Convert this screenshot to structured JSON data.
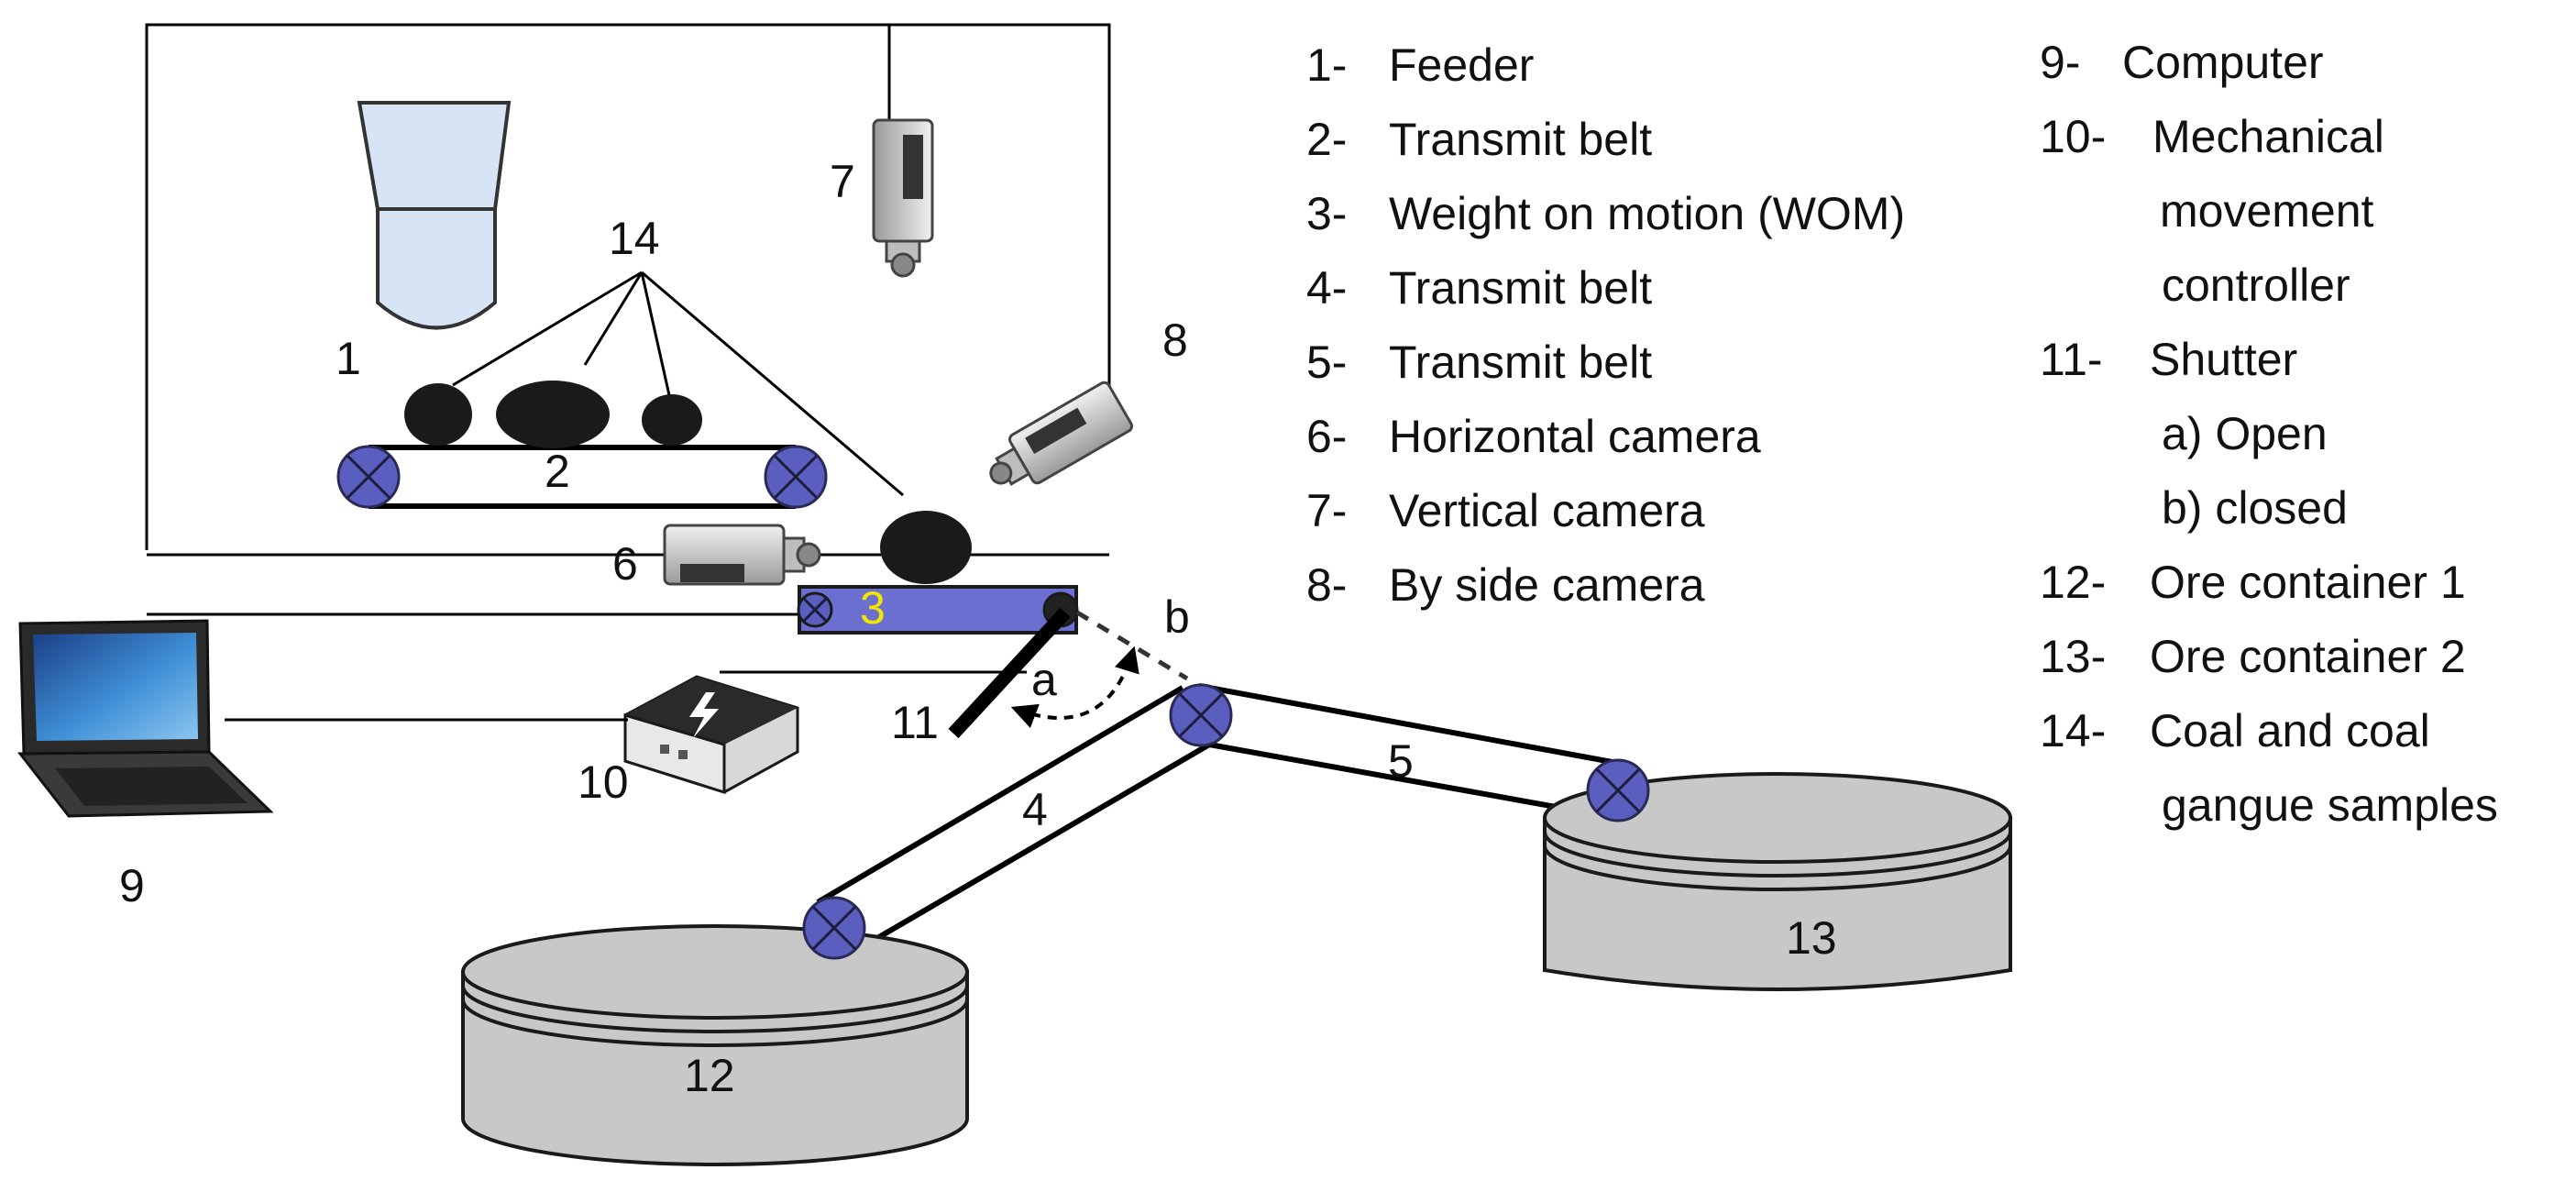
{
  "component_numbers": {
    "feeder": "1",
    "transmit_belt_2": "2",
    "wom": "3",
    "transmit_belt_4": "4",
    "transmit_belt_5": "5",
    "horizontal_camera": "6",
    "vertical_camera": "7",
    "side_camera": "8",
    "computer": "9",
    "controller": "10",
    "shutter": "11",
    "container_1": "12",
    "container_2": "13",
    "samples": "14"
  },
  "shutter_states": {
    "open": "a",
    "closed": "b"
  },
  "legend_left": [
    {
      "num": "1-",
      "text": "Feeder"
    },
    {
      "num": "2-",
      "text": "Transmit belt"
    },
    {
      "num": "3-",
      "text": "Weight on motion (WOM)"
    },
    {
      "num": "4-",
      "text": "Transmit belt"
    },
    {
      "num": "5-",
      "text": "Transmit belt"
    },
    {
      "num": "6-",
      "text": "Horizontal camera"
    },
    {
      "num": "7-",
      "text": "Vertical camera"
    },
    {
      "num": "8-",
      "text": "By side camera"
    }
  ],
  "legend_right": [
    {
      "num": "9-",
      "lines": [
        "Computer"
      ]
    },
    {
      "num": "10-",
      "lines": [
        "Mechanical",
        "movement",
        "controller"
      ]
    },
    {
      "num": "11-",
      "lines": [
        "Shutter",
        "a) Open",
        "b) closed"
      ]
    },
    {
      "num": "12-",
      "lines": [
        "Ore container 1"
      ]
    },
    {
      "num": "13-",
      "lines": [
        "Ore container 2"
      ]
    },
    {
      "num": "14-",
      "lines": [
        "Coal and coal",
        "gangue samples"
      ]
    }
  ],
  "colors": {
    "belt_roller": "#5a5fbf",
    "wom_belt": "#6a6fd0",
    "wom_label": "#f2e600",
    "feeder_fill": "#d6e4f5",
    "container_fill": "#c8c8c8",
    "sample_fill": "#1a1a1a"
  }
}
